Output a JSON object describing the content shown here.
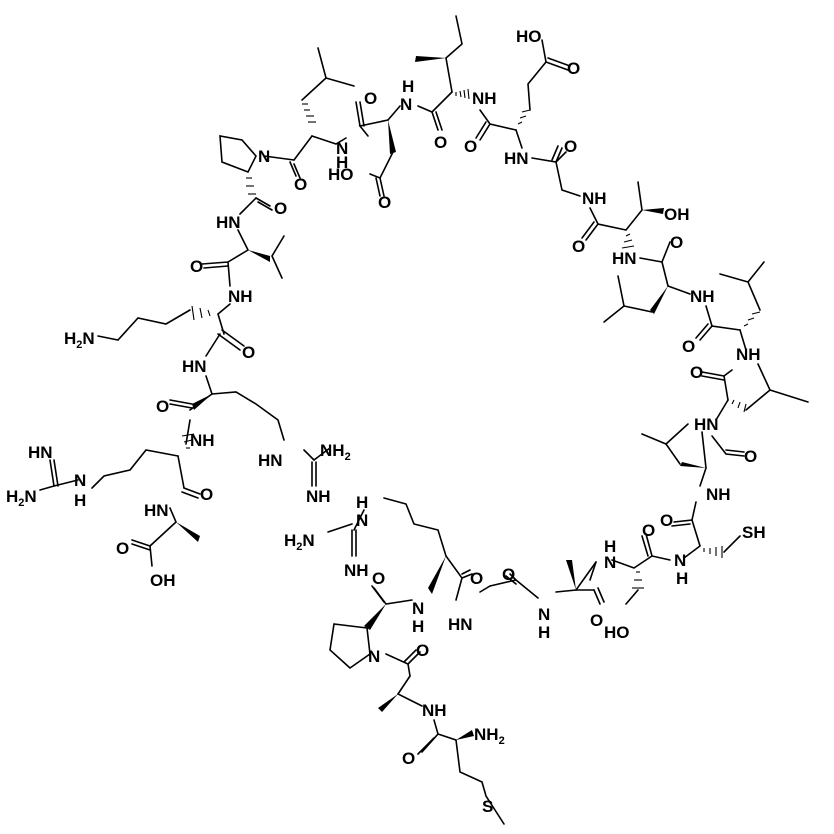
{
  "diagram": {
    "type": "chemical-structure",
    "subject": "peptide skeletal formula",
    "background": "#ffffff",
    "ink": "#000000",
    "residue_groups": {
      "proline": "pyrrolidine ring",
      "arginine": "guanidino side chain",
      "lysine": "aminobutyl side chain",
      "leucine": "isobutyl side chain",
      "isoleucine": "sec-butyl side chain",
      "valine": "isopropyl side chain",
      "threonine": "hydroxyethyl side chain",
      "serine": "hydroxymethyl side chain",
      "cysteine": "thiol side chain",
      "methionine": "thioether side chain",
      "aspartate": "carboxymethyl side chain",
      "glutamate": "carboxyethyl side chain"
    }
  },
  "labels": {
    "glu_oh": "HO",
    "glu_o": "O",
    "ile_nh": "NH",
    "asp_nh_top": "H",
    "asp_nh_n": "N",
    "asp_o": "O",
    "ile_o": "O",
    "glu_o2": "O",
    "glu_hn": "HN",
    "gly_o": "O",
    "leu_n_h": "H",
    "leu_n": "N",
    "asp_ho": "HO",
    "asp_o2": "O",
    "pro_n": "N",
    "leu_o": "O",
    "pro_co": "O",
    "val_hn": "HN",
    "val_o": "O",
    "lys_nh": "NH",
    "lys_h2n": "H",
    "lys_h2n_sub": "2",
    "lys_h2n_n": "N",
    "lys_o": "O",
    "arg1_hn": "HN",
    "arg1_o": "O",
    "arg2_nh": "NH",
    "arg1_side_hn": "HN",
    "arg1_nh2": "NH",
    "arg1_nh2_sub": "2",
    "arg1_nh": "NH",
    "arg2_hn_imine": "HN",
    "arg2_h2n": "H",
    "arg2_h2n_sub": "2",
    "arg2_h2n_n": "N",
    "arg2_nh_n": "N",
    "arg2_nh_h": "H",
    "arg2_o": "O",
    "ala_hn": "HN",
    "ala_o": "O",
    "ala_oh": "OH",
    "thr_nh": "NH",
    "thr_oh": "OH",
    "thr_o": "O",
    "thr_hn": "HN",
    "leu2_o": "O",
    "leu2_nh": "NH",
    "leu3_o": "O",
    "leu3_nh": "NH",
    "leu4_o": "O",
    "leu4_hn": "HN",
    "leu5_o": "O",
    "leu5_nh": "NH",
    "cys_o": "O",
    "cys_sh": "SH",
    "cys_n": "N",
    "cys_h": "H",
    "ser_o": "O",
    "ser_nh_h": "H",
    "ser_nh_n": "N",
    "ser_ho": "HO",
    "ala2_o": "O",
    "ala2_n": "N",
    "ala2_h": "H",
    "gly2_o": "O",
    "gly2_hn": "HN",
    "arg3_o": "O",
    "arg3_n": "N",
    "arg3_h": "H",
    "arg3_side_h": "H",
    "arg3_side_n": "N",
    "arg3_h2n": "H",
    "arg3_h2n_sub": "2",
    "arg3_h2n_n": "N",
    "arg3_nh": "NH",
    "pro2_o": "O",
    "pro2_n": "N",
    "ala3_o": "O",
    "ala3_nh": "NH",
    "met_nh2": "NH",
    "met_nh2_sub": "2",
    "met_o": "O",
    "met_s": "S"
  }
}
